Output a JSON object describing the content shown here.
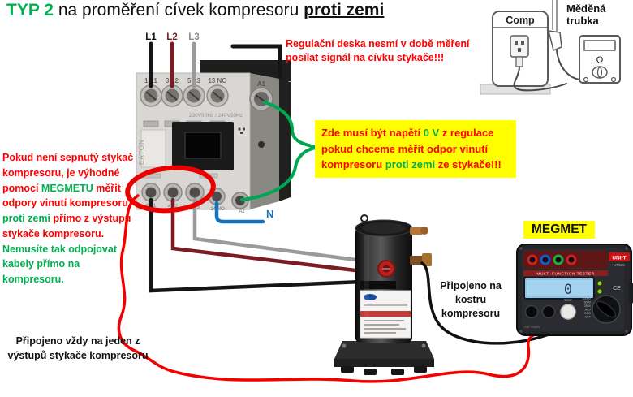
{
  "title": {
    "highlight": "TYP 2",
    "middle": " na proměření cívek kompresoru ",
    "underlined": "proti zemi"
  },
  "colors": {
    "green_accent": "#00b050",
    "red_accent": "#ff0000",
    "highlight_yellow": "#ffff00",
    "wire_black": "#151515",
    "wire_dark_red": "#7a1c22",
    "wire_gray": "#9a9a9a",
    "wire_green": "#00a651",
    "wire_blue": "#1272c0",
    "wire_red": "#f40000"
  },
  "contactor": {
    "phase_labels": [
      "L1",
      "L2",
      "L3"
    ],
    "top_terminals": [
      "1 L1",
      "3 L2",
      "5 L3",
      "13 NO",
      "A1"
    ],
    "voltage_text": "230V50Hz / 240V50Hz",
    "bottom_terminals": [
      "2 T1",
      "4 T2",
      "6 T3",
      "14 NO",
      "A2"
    ],
    "brand": "EATON",
    "neutral_label": "N"
  },
  "annotations": {
    "regulation_warning_line1": "Regulační deska nesmí v době měření",
    "regulation_warning_line2": "posílat signál na cívku stykače!!!",
    "yellow_note": {
      "p1": "Zde musí být napětí ",
      "p2": "0 V",
      "p3": " z regulace pokud chceme měřit odpor vinutí kompresoru ",
      "p4": "proti zemi",
      "p5": " ze stykače!!!"
    },
    "left_note": {
      "p1": "Pokud není sepnutý stykač kompresoru, je výhodné pomocí ",
      "p2": "MEGMETU",
      "p3": " měřit odpory vinutí kompresoru ",
      "p4": "proti zemi",
      "p5": " přímo z výstupu stykače kompresoru. ",
      "p6": "Nemusíte tak odpojovat kabely přímo na kompresoru."
    },
    "output_connection": "Připojeno vždy na jeden z výstupů stykače kompresoru",
    "frame_connection": "Připojeno na kostru kompresoru"
  },
  "top_right_diagram": {
    "comp_label": "Comp",
    "tube_label": "Měděná trubka",
    "ohm_symbol": "Ω"
  },
  "megmet": {
    "caption": "MEGMET",
    "brand": "UNI-T",
    "model": "UT526",
    "device_title": "MULTI-FUNCTION TESTER",
    "display_value": "0",
    "test_button": "TEST",
    "ce_mark": "CE",
    "safety_rating": "CAT III 600V",
    "dial_labels": [
      "1000V",
      "500V",
      "250V",
      "ACV",
      "RCD",
      "OFF"
    ]
  }
}
